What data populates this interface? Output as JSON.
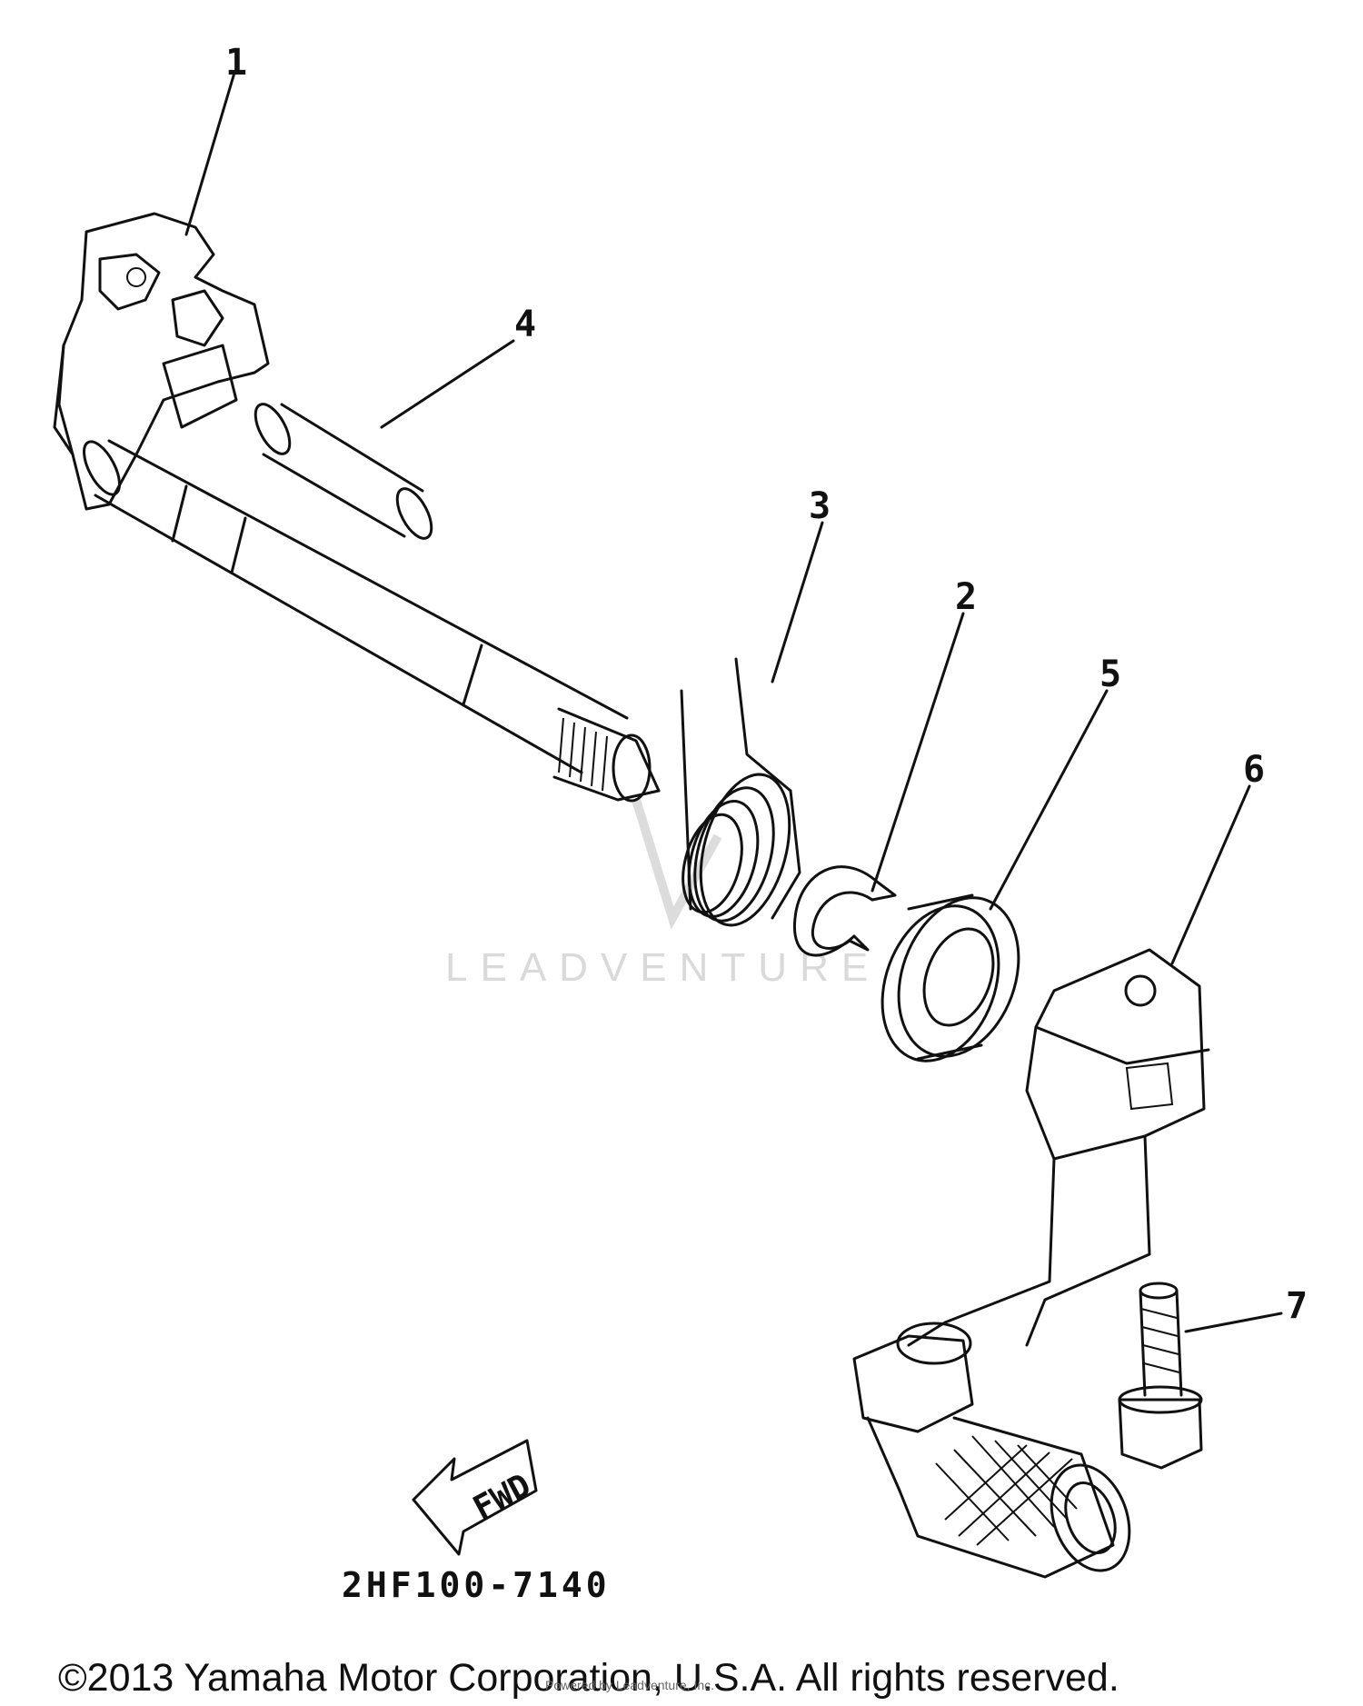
{
  "diagram": {
    "callouts": [
      {
        "id": "1",
        "label": "1"
      },
      {
        "id": "2",
        "label": "2"
      },
      {
        "id": "3",
        "label": "3"
      },
      {
        "id": "4",
        "label": "4"
      },
      {
        "id": "5",
        "label": "5"
      },
      {
        "id": "6",
        "label": "6"
      },
      {
        "id": "7",
        "label": "7"
      }
    ],
    "direction_badge": "FWD",
    "part_code": "2HF100-7140"
  },
  "footer": {
    "copyright": "©2013 Yamaha Motor Corporation, U.S.A. All rights reserved.",
    "watermark_logo": "LEADVENTURE",
    "watermark_notice": "Powered by Leadventure, Inc."
  }
}
